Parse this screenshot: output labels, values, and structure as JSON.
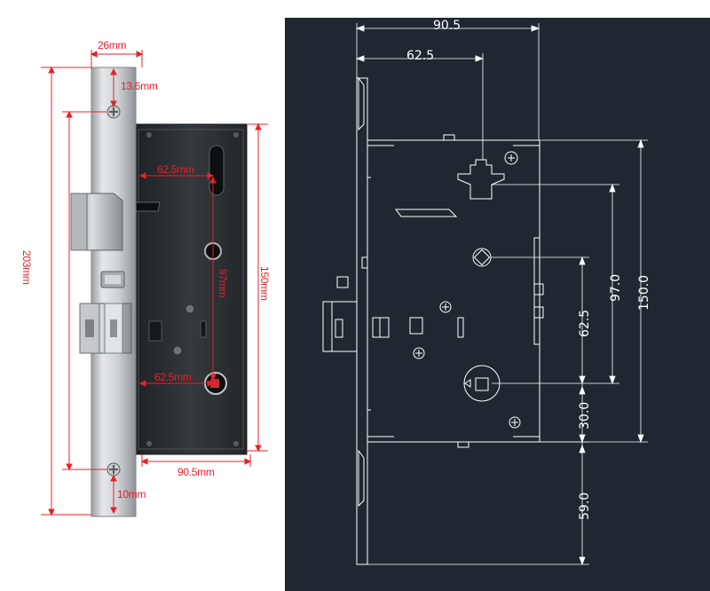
{
  "photo_dimensions": {
    "faceplate_width": "26mm",
    "top_screw_offset": "13.6mm",
    "total_height": "203mm",
    "handle_to_cylinder_top": "62.5mm",
    "case_height": "150mm",
    "handle_to_cylinder": "97mm",
    "handle_to_cylinder_bottom": "62.5mm",
    "case_depth": "90.5mm",
    "bottom_screw_offset": "10mm"
  },
  "cad_dimensions": {
    "overall_depth": "90.5",
    "backset": "62.5",
    "case_height": "150.0",
    "cylinder_to_handle": "97.0",
    "handle_spacing": "62.5",
    "lower_offset": "30.0",
    "bottom_offset": "59.0"
  },
  "colors": {
    "annotation": "#e8202a",
    "cad_background": "#1f2830",
    "cad_lines": "#ffffff",
    "lock_body": "#2e3336",
    "faceplate": "#d4d6d8"
  }
}
